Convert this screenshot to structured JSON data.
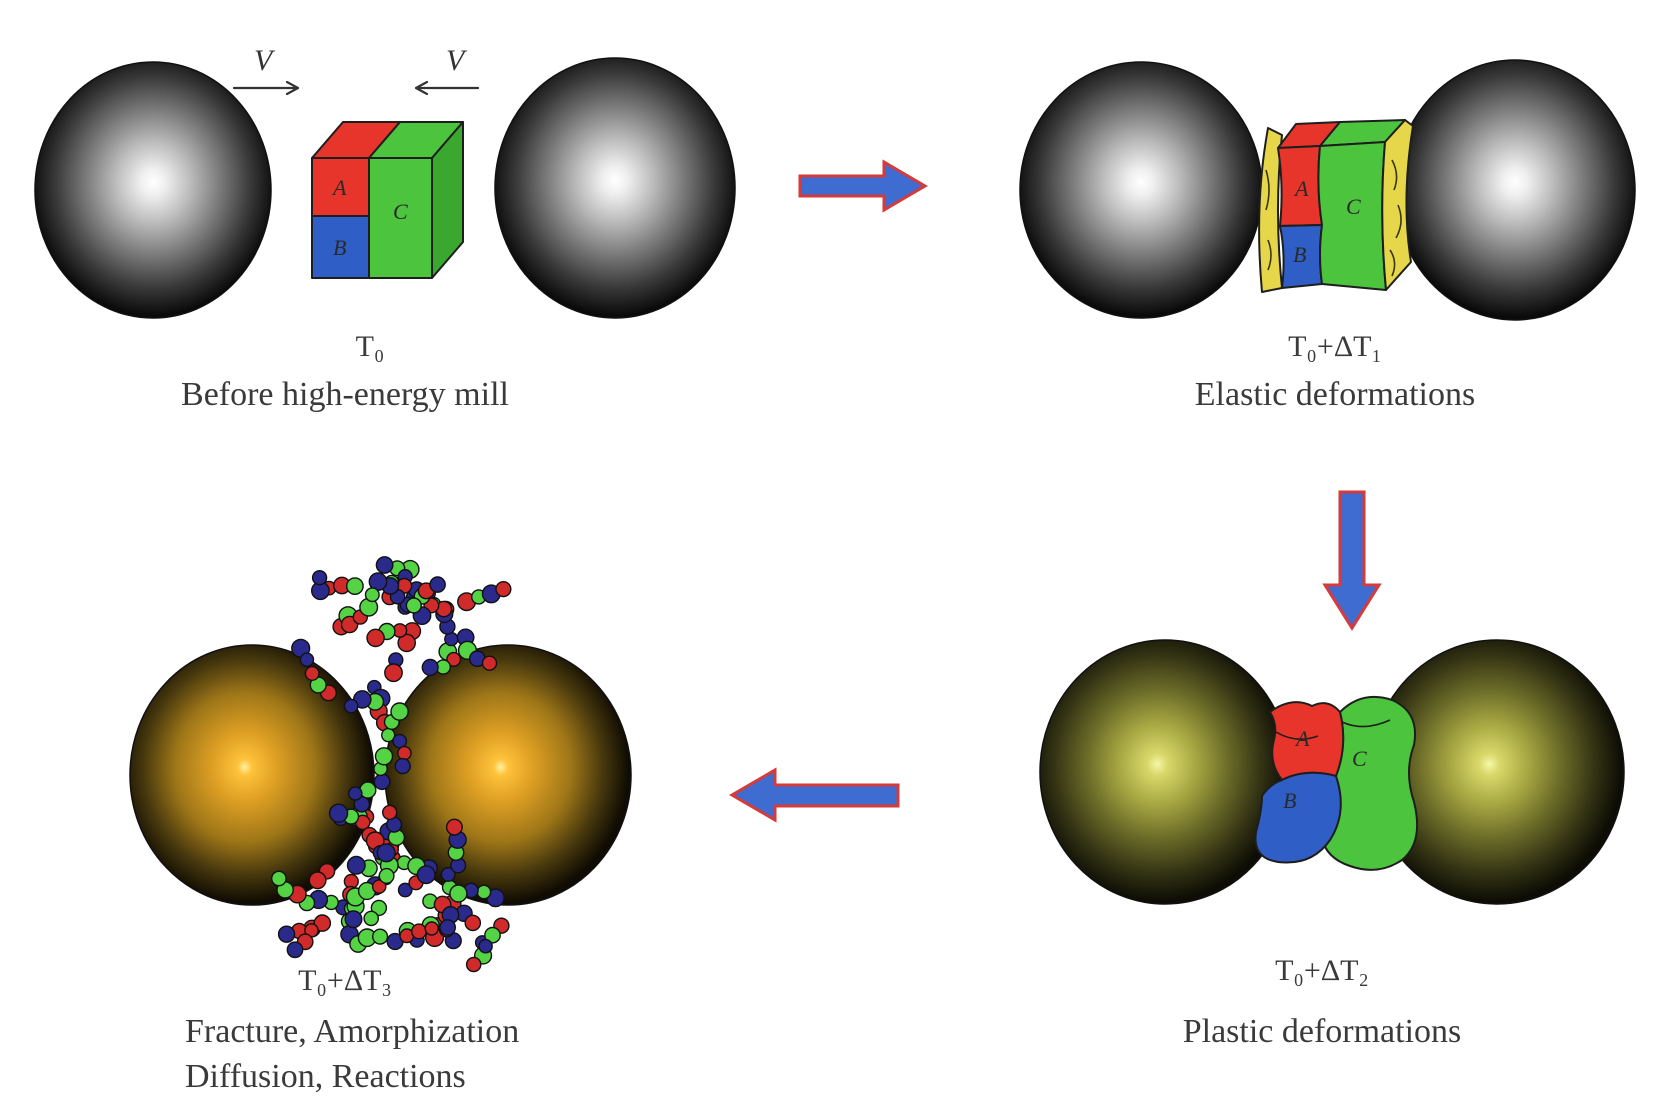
{
  "stages": {
    "before": {
      "temperature": "T₀",
      "caption": "Before high-energy mill",
      "velocity_left": "V",
      "velocity_right": "V"
    },
    "elastic": {
      "temperature": "T₀+ΔT₁",
      "caption": "Elastic deformations"
    },
    "plastic": {
      "temperature": "T₀+ΔT₂",
      "caption": "Plastic deformations"
    },
    "fracture": {
      "temperature": "T₀+ΔT₃",
      "caption_line1": "Fracture, Amorphization",
      "caption_line2": "Diffusion, Reactions"
    }
  },
  "components": {
    "a": "A",
    "b": "B",
    "c": "C"
  },
  "colors": {
    "component_a": "#e8352b",
    "component_b": "#2f5fc6",
    "component_c": "#4cc43e",
    "component_c_side": "#3aa82f",
    "deformed_zone": "#e6d64a",
    "arrow_fill": "#3f6cd0",
    "arrow_outline": "#d63a3a",
    "sphere_initial_core": "#ffffff",
    "sphere_plastic_core": "#f6f7a8",
    "sphere_fracture_core": "#ffc23a",
    "atoms": [
      "#54d444",
      "#2a2a8c",
      "#d02a2a"
    ]
  }
}
